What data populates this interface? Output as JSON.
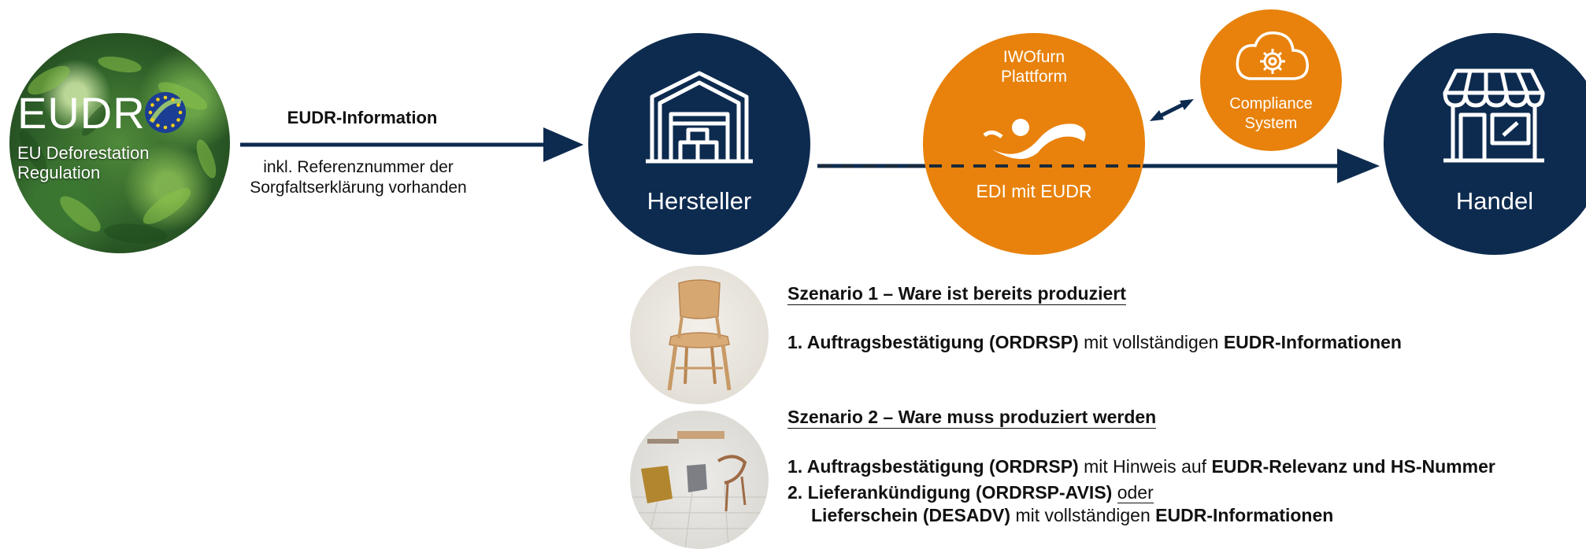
{
  "eudr": {
    "title": "EUDR",
    "subtitle": "EU Deforestation Regulation"
  },
  "info": {
    "title": "EUDR-Information",
    "subtitle": "inkl. Referenznummer der Sorgfaltserklärung vorhanden"
  },
  "nodes": {
    "hersteller": "Hersteller",
    "handel": "Handel"
  },
  "platform": {
    "name_line1": "IWOfurn",
    "name_line2": "Plattform",
    "edi_label": "EDI mit EUDR"
  },
  "compliance": {
    "line1": "Compliance",
    "line2": "System"
  },
  "scenario1": {
    "heading": "Szenario 1 –  Ware ist bereits produziert",
    "line1_bold1": "1. Auftragsbestätigung (ORDRSP)",
    "line1_normal": " mit vollständigen ",
    "line1_bold2": "EUDR-Informationen"
  },
  "scenario2": {
    "heading": "Szenario 2 – Ware muss produziert werden",
    "line1_bold1": "1. Auftragsbestätigung (ORDRSP)",
    "line1_normal": " mit Hinweis auf ",
    "line1_bold2": "EUDR-Relevanz und HS-Nummer",
    "line2_bold": "2. Lieferankündigung (ORDRSP-AVIS)",
    "line2_oder": "oder",
    "line3_bold1": "Lieferschein (DESADV)",
    "line3_normal": " mit vollständigen ",
    "line3_bold2": "EUDR-Informationen"
  },
  "colors": {
    "navy": "#0d2b4f",
    "orange": "#e8820c",
    "arrow": "#0d2b4f"
  },
  "icons": {
    "eu_flag": "eu-flag-icon",
    "factory": "factory-icon",
    "platform_logo": "iwofurn-logo-icon",
    "cloud_gear": "cloud-gear-icon",
    "store": "store-icon",
    "exchange_arrow": "double-arrow-icon"
  }
}
